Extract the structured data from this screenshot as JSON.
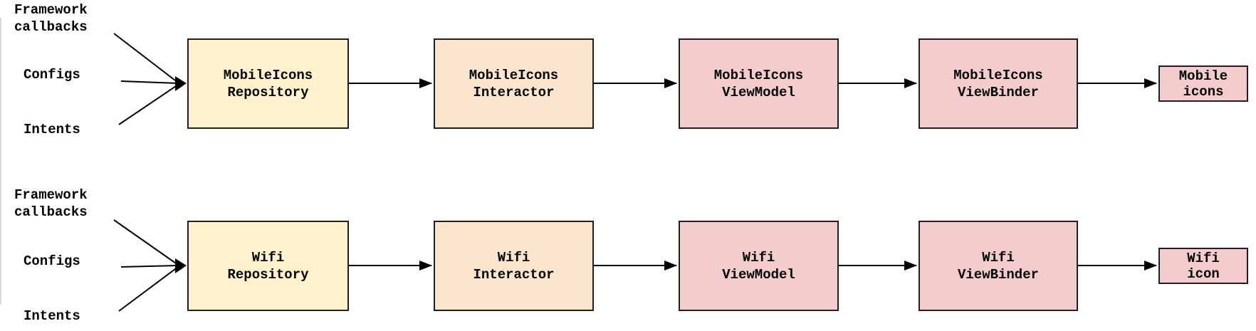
{
  "diagram": {
    "rows": [
      {
        "id": "mobile-icons-pipeline",
        "input_labels": [
          "Framework\ncallbacks",
          "Configs",
          "Intents"
        ],
        "nodes": [
          {
            "title": "MobileIcons\nRepository"
          },
          {
            "title": "MobileIcons\nInteractor"
          },
          {
            "title": "MobileIcons\nViewModel"
          },
          {
            "title": "MobileIcons\nViewBinder"
          },
          {
            "title": "Mobile\nicons"
          }
        ]
      },
      {
        "id": "wifi-pipeline",
        "input_labels": [
          "Framework\ncallbacks",
          "Configs",
          "Intents"
        ],
        "nodes": [
          {
            "title": "Wifi\nRepository"
          },
          {
            "title": "Wifi\nInteractor"
          },
          {
            "title": "Wifi\nViewModel"
          },
          {
            "title": "Wifi\nViewBinder"
          },
          {
            "title": "Wifi\nicon"
          }
        ]
      }
    ]
  },
  "colors": {
    "repository_fill": "#fff2cc",
    "interactor_fill": "#fce5cd",
    "view_fill": "#f4cccc",
    "border": "#1f1f1f",
    "arrow": "#000000"
  }
}
